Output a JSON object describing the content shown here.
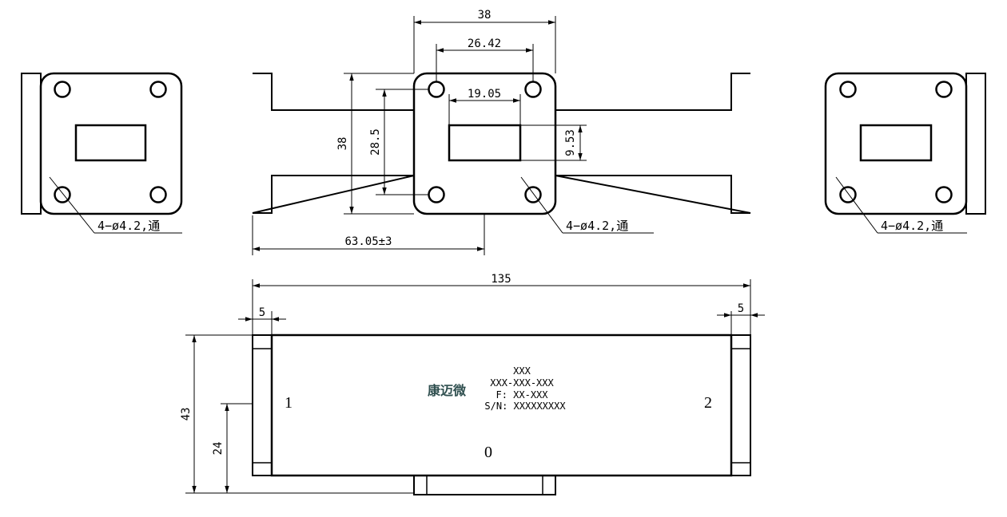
{
  "dimensions": {
    "top_width": "38",
    "hole_spacing_h": "26.42",
    "aperture_width": "19.05",
    "aperture_height": "9.53",
    "flange_height": "38",
    "hole_spacing_v": "28.5",
    "offset_length": "63.05±3",
    "total_length": "135",
    "flange_thickness_left": "5",
    "flange_thickness_right": "5",
    "body_height": "43",
    "port_height": "24"
  },
  "hole_notes": {
    "left": "4−ø4.2,通",
    "center": "4−ø4.2,通",
    "right": "4−ø4.2,通"
  },
  "ports": {
    "port1": "1",
    "port2": "2",
    "port0": "0"
  },
  "nameplate": {
    "brand": "康迈微",
    "brand_color": "#2f4f4f",
    "line1": "XXX",
    "line2": "XXX-XXX-XXX",
    "line3": "F: XX-XXX",
    "line4": "S/N: XXXXXXXXX"
  }
}
